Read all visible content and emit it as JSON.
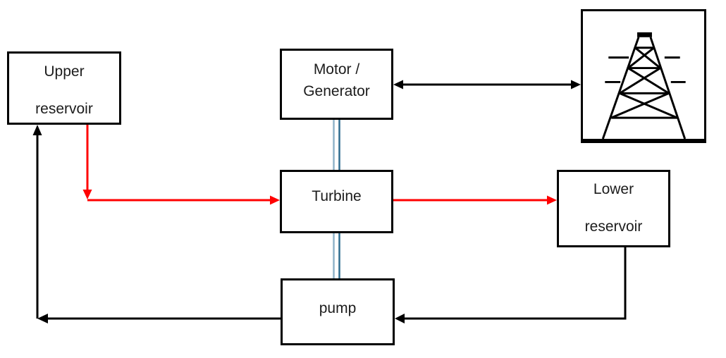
{
  "diagram": {
    "type": "block-diagram",
    "nodes": {
      "upper_reservoir": {
        "line1": "Upper",
        "line2": "reservoir"
      },
      "motor_generator": {
        "line1": "Motor /",
        "line2": "Generator"
      },
      "power_grid": {
        "icon": "transmission-tower"
      },
      "turbine": {
        "label": "Turbine"
      },
      "lower_reservoir": {
        "line1": "Lower",
        "line2": "reservoir"
      },
      "pump": {
        "label": "pump"
      }
    },
    "edges": [
      {
        "from": "upper_reservoir",
        "to": "turbine",
        "color": "#ff0000",
        "arrow": "single",
        "path": "down-then-right"
      },
      {
        "from": "turbine",
        "to": "lower_reservoir",
        "color": "#ff0000",
        "arrow": "single",
        "path": "right"
      },
      {
        "from": "motor_generator",
        "to": "power_grid",
        "color": "#000000",
        "arrow": "double",
        "path": "right"
      },
      {
        "from": "lower_reservoir",
        "to": "pump",
        "color": "#000000",
        "arrow": "single",
        "path": "down-then-left"
      },
      {
        "from": "pump",
        "to": "upper_reservoir",
        "color": "#000000",
        "arrow": "single",
        "path": "left-then-up"
      },
      {
        "from": "motor_generator",
        "to": "turbine",
        "color": "shaft-blue",
        "arrow": "none",
        "path": "double-line"
      },
      {
        "from": "turbine",
        "to": "pump",
        "color": "shaft-blue",
        "arrow": "none",
        "path": "double-line"
      }
    ],
    "colors": {
      "box_border": "#000000",
      "red_flow": "#ff0000",
      "black_line": "#000000",
      "shaft_light": "#8fb3c9",
      "shaft_dark": "#2e6d90"
    }
  }
}
